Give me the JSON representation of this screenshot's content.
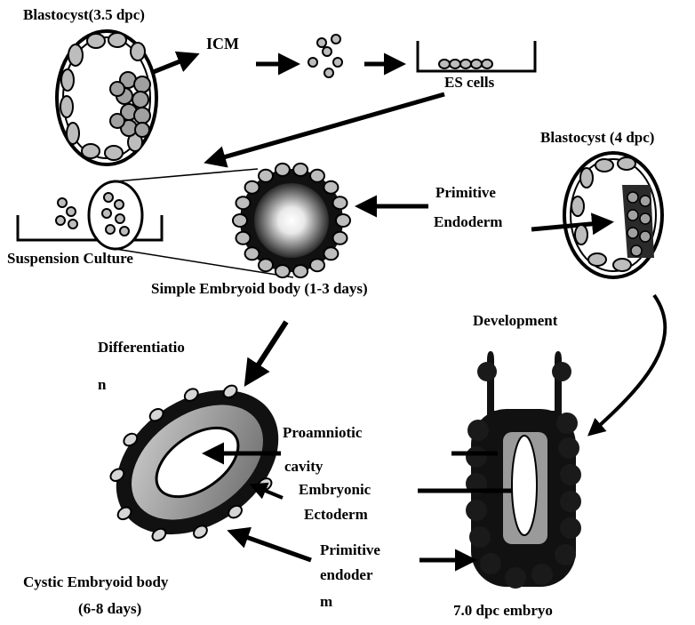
{
  "labels": {
    "blastocyst_35": "Blastocyst(3.5 dpc)",
    "icm": "ICM",
    "es_cells": "ES cells",
    "blastocyst_4": "Blastocyst (4 dpc)",
    "primitive_endoderm_1": "Primitive",
    "primitive_endoderm_2": "Endoderm",
    "suspension_culture": "Suspension Culture",
    "simple_eb": "Simple Embryoid body (1-3 days)",
    "development": "Development",
    "differentiation_1": "Differentiatio",
    "differentiation_2": "n",
    "proamniotic_1": "Proamniotic",
    "proamniotic_2": "cavity",
    "embryonic_1": "Embryonic",
    "embryonic_2": "Ectoderm",
    "prim_endo2_1": "Primitive",
    "prim_endo2_2": "endoder",
    "prim_endo2_3": "m",
    "cystic_eb_1": "Cystic Embryoid body",
    "cystic_eb_2": "(6-8 days)",
    "embryo_70": "7.0 dpc embryo"
  },
  "colors": {
    "ink": "#000000",
    "cell_fill": "#bdbdbd",
    "ectoderm_gray": "#8a8a8a",
    "background": "#ffffff"
  }
}
